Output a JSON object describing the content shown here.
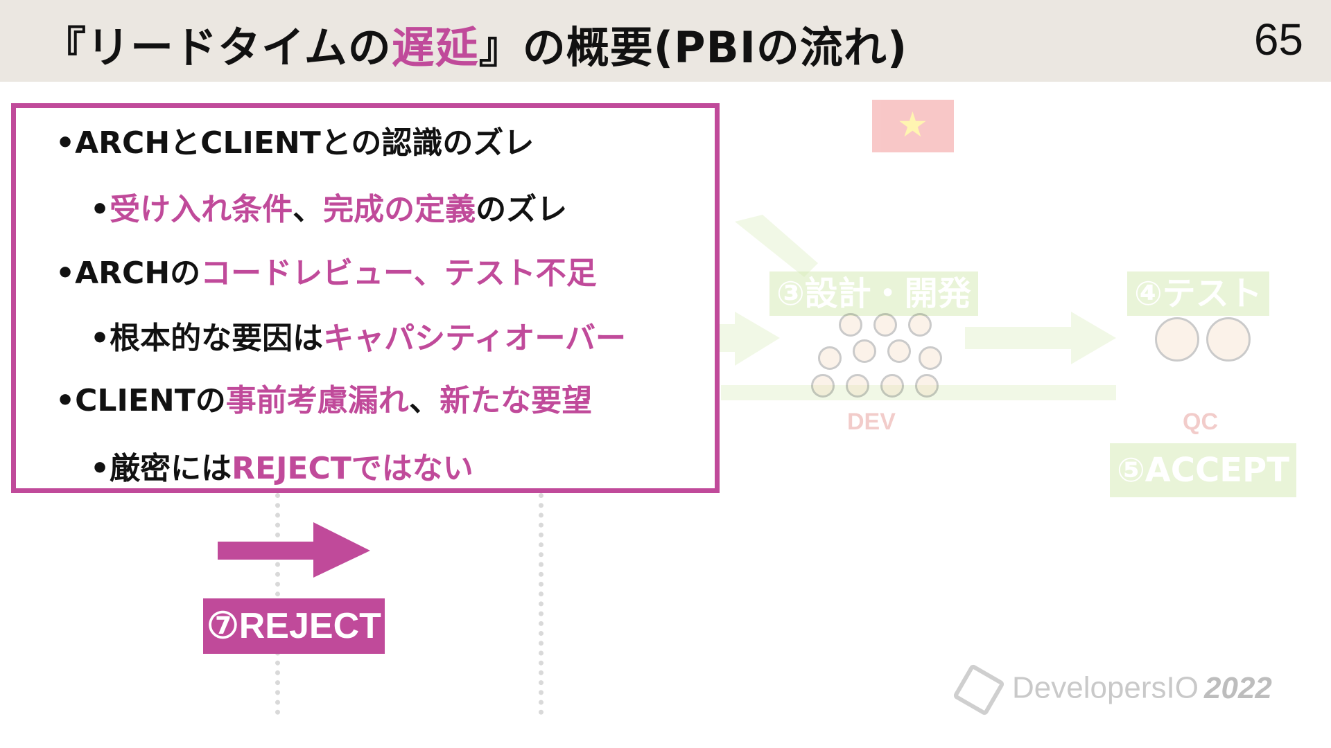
{
  "header": {
    "title_prefix": "『リードタイムの",
    "title_highlight": "遅延",
    "title_suffix": "』の概要(PBIの流れ)",
    "page_number": "65"
  },
  "background_flow": {
    "step3": "③設計・開発",
    "step4": "④テスト",
    "step5": "⑤ACCEPT",
    "dev_label": "DEV",
    "qc_label": "QC",
    "flag_star": "★"
  },
  "callout": {
    "line1": {
      "bullet": "•",
      "text": "ARCHとCLIENTとの認識のズレ"
    },
    "line2": {
      "bullet": "•",
      "pink1": "受け入れ条件",
      "sep": "、",
      "pink2": "完成の定義",
      "rest": "のズレ"
    },
    "line3": {
      "bullet": "•",
      "prefix": "ARCHの",
      "pink": "コードレビュー、テスト不足"
    },
    "line4": {
      "bullet": "•",
      "prefix": "根本的な要因は",
      "pink": "キャパシティオーバー"
    },
    "line5": {
      "bullet": "•",
      "prefix": "CLIENTの",
      "pink1": "事前考慮漏れ",
      "sep": "、",
      "pink2": "新たな要望"
    },
    "line6": {
      "bullet": "•",
      "prefix": "厳密には",
      "pink": "REJECTではない"
    }
  },
  "reject": {
    "label": "⑦REJECT"
  },
  "logo": {
    "brand": "DevelopersIO",
    "year": "2022"
  },
  "colors": {
    "accent": "#c04a9a",
    "header_bg": "#ebe7e1",
    "faded_green": "#cfe7a9"
  }
}
